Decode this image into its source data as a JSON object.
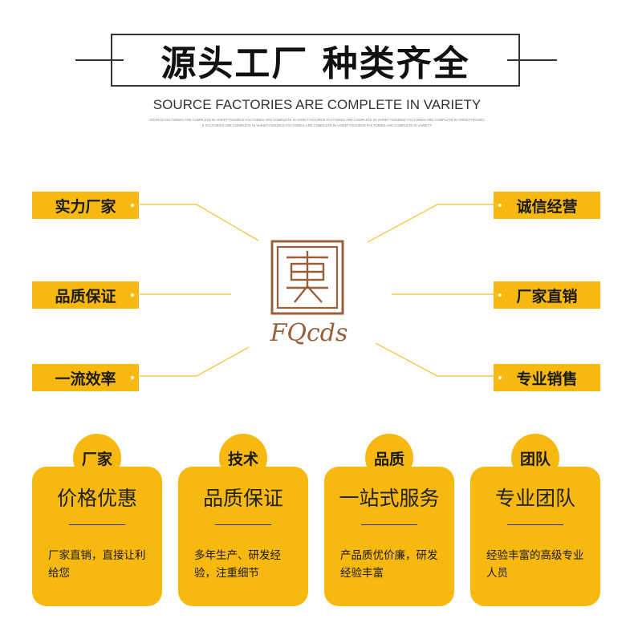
{
  "header": {
    "title": "源头工厂 种类齐全",
    "subtitle": "SOURCE FACTORIES ARE COMPLETE IN VARIETY",
    "fine_line_1": "SOURCE FACTORIES ARE COMPLETE IN VARIETYSOURCE FACTORIES ARE COMPLETE IN VARIETYSOURCE FACTORIES ARE COMPLETE IN VARIETYSOURCE FACTORIES ARE COMPLETE IN VARIETYSOURC",
    "fine_line_2": "E FACTORIES ARE COMPLETE IN VARIETYSOURCE FACTORIES ARE COMPLETE IN VARIETYSOURCE FACTORIES ARE COMPLETE IN VARIETY"
  },
  "features_left": [
    "实力厂家",
    "品质保证",
    "一流效率"
  ],
  "features_right": [
    "诚信经营",
    "厂家直销",
    "专业销售"
  ],
  "brand": {
    "name": "FQcds",
    "color": "#9a5f3a"
  },
  "cards": [
    {
      "badge": "厂家",
      "title": "价格优惠",
      "desc": "厂家直销，直接让利给您"
    },
    {
      "badge": "技术",
      "title": "品质保证",
      "desc": "多年生产、研发经验，注重细节"
    },
    {
      "badge": "品质",
      "title": "一站式服务",
      "desc": "产品质优价廉，研发经验丰富"
    },
    {
      "badge": "团队",
      "title": "专业团队",
      "desc": "经验丰富的高级专业人员"
    }
  ],
  "colors": {
    "accent": "#f7b80f",
    "text": "#1a1a1a"
  }
}
